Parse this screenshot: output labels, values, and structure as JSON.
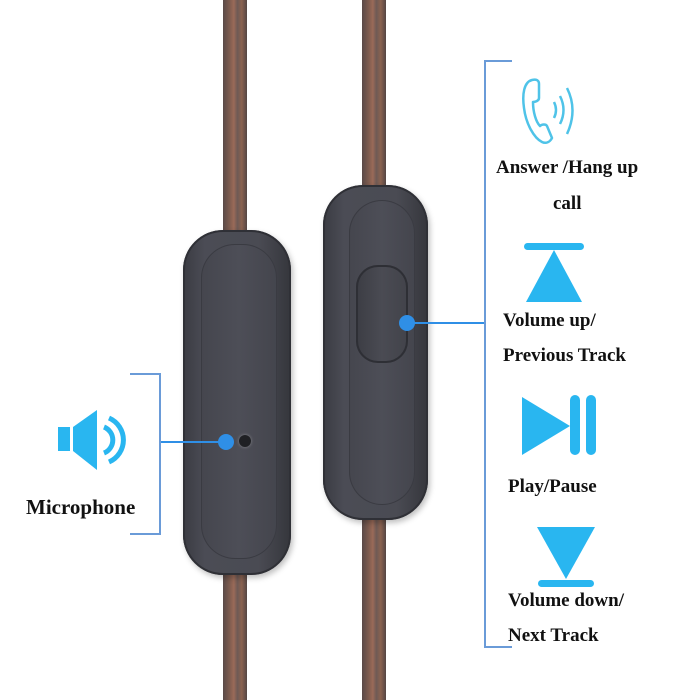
{
  "colors": {
    "accent": "#29b6f0",
    "bracket": "#6a9bd8",
    "connector": "#2f8fe6",
    "phone_icon": "#4fc3e8",
    "text": "#111111"
  },
  "left_callout": {
    "icon": "speaker-icon",
    "label": "Microphone"
  },
  "right_callouts": [
    {
      "icon": "phone-ringing-icon",
      "label_line1": "Answer /Hang up",
      "label_line2": "call"
    },
    {
      "icon": "volume-up-triangle-icon",
      "label_line1": "Volume up/",
      "label_line2": "Previous Track"
    },
    {
      "icon": "play-pause-icon",
      "label_line1": "Play/Pause"
    },
    {
      "icon": "volume-down-triangle-icon",
      "label_line1": "Volume down/",
      "label_line2": "Next Track"
    }
  ]
}
